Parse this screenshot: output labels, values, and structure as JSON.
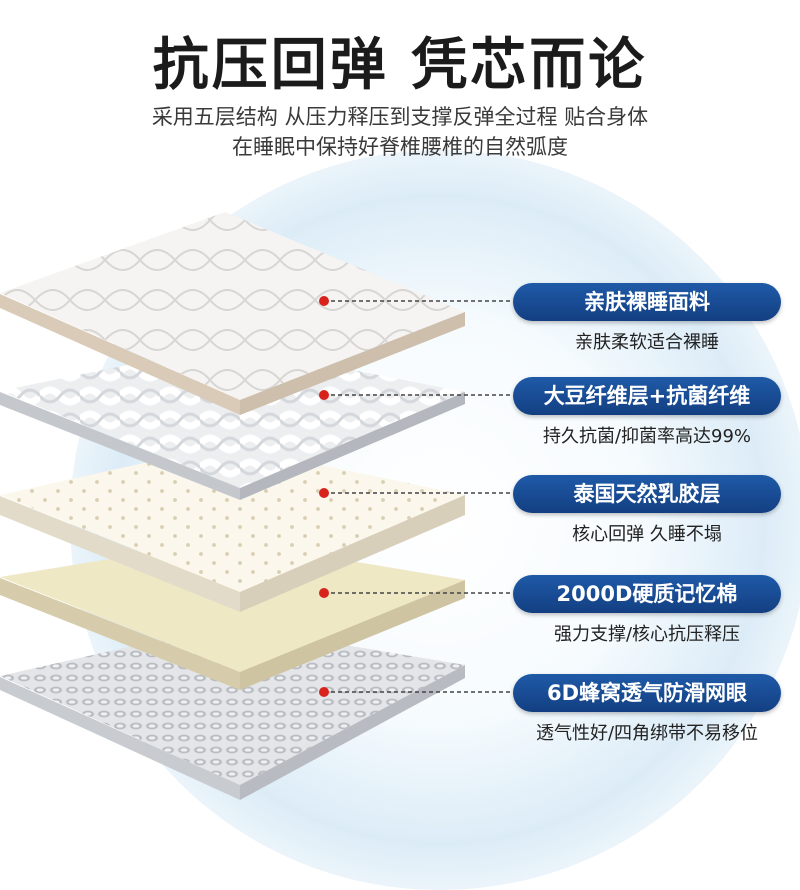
{
  "header": {
    "title": "抗压回弹 凭芯而论",
    "subtitle_line1": "采用五层结构 从压力释压到支撑反弹全过程 贴合身体",
    "subtitle_line2": "在睡眠中保持好脊椎腰椎的自然弧度"
  },
  "layers": [
    {
      "name": "亲肤裸睡面料",
      "desc": "亲肤柔软适合裸睡",
      "color": "#f2f0ee"
    },
    {
      "name": "大豆纤维层+抗菌纤维",
      "desc": "持久抗菌/抑菌率高达99%",
      "color": "#eef0f2"
    },
    {
      "name": "泰国天然乳胶层",
      "desc": "核心回弹 久睡不塌",
      "color": "#fbf7ec"
    },
    {
      "name": "2000D硬质记忆棉",
      "desc": "强力支撑/核心抗压释压",
      "color": "#f0e9c6"
    },
    {
      "name": "6D蜂窝透气防滑网眼",
      "desc": "透气性好/四角绑带不易移位",
      "color": "#e3e5e8"
    }
  ],
  "colors": {
    "pill": "#1a4f98",
    "marker": "#d8231d",
    "connector": "#444444"
  }
}
